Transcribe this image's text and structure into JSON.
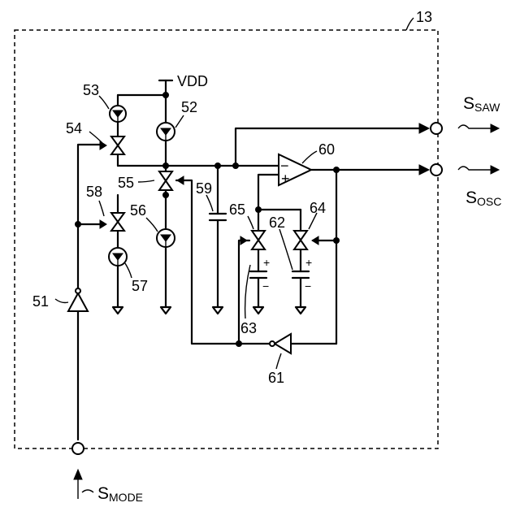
{
  "labels": {
    "block": "13",
    "vdd": "VDD",
    "n51": "51",
    "n52": "52",
    "n53": "53",
    "n54": "54",
    "n55": "55",
    "n56": "56",
    "n57": "57",
    "n58": "58",
    "n59": "59",
    "n60": "60",
    "n61": "61",
    "n62": "62",
    "n63": "63",
    "n64": "64",
    "n65": "65",
    "plus": "+",
    "minus": "−"
  },
  "signals": {
    "saw_main": "S",
    "saw_sub": "SAW",
    "osc_main": "S",
    "osc_sub": "OSC",
    "mode_main": "S",
    "mode_sub": "MODE"
  }
}
